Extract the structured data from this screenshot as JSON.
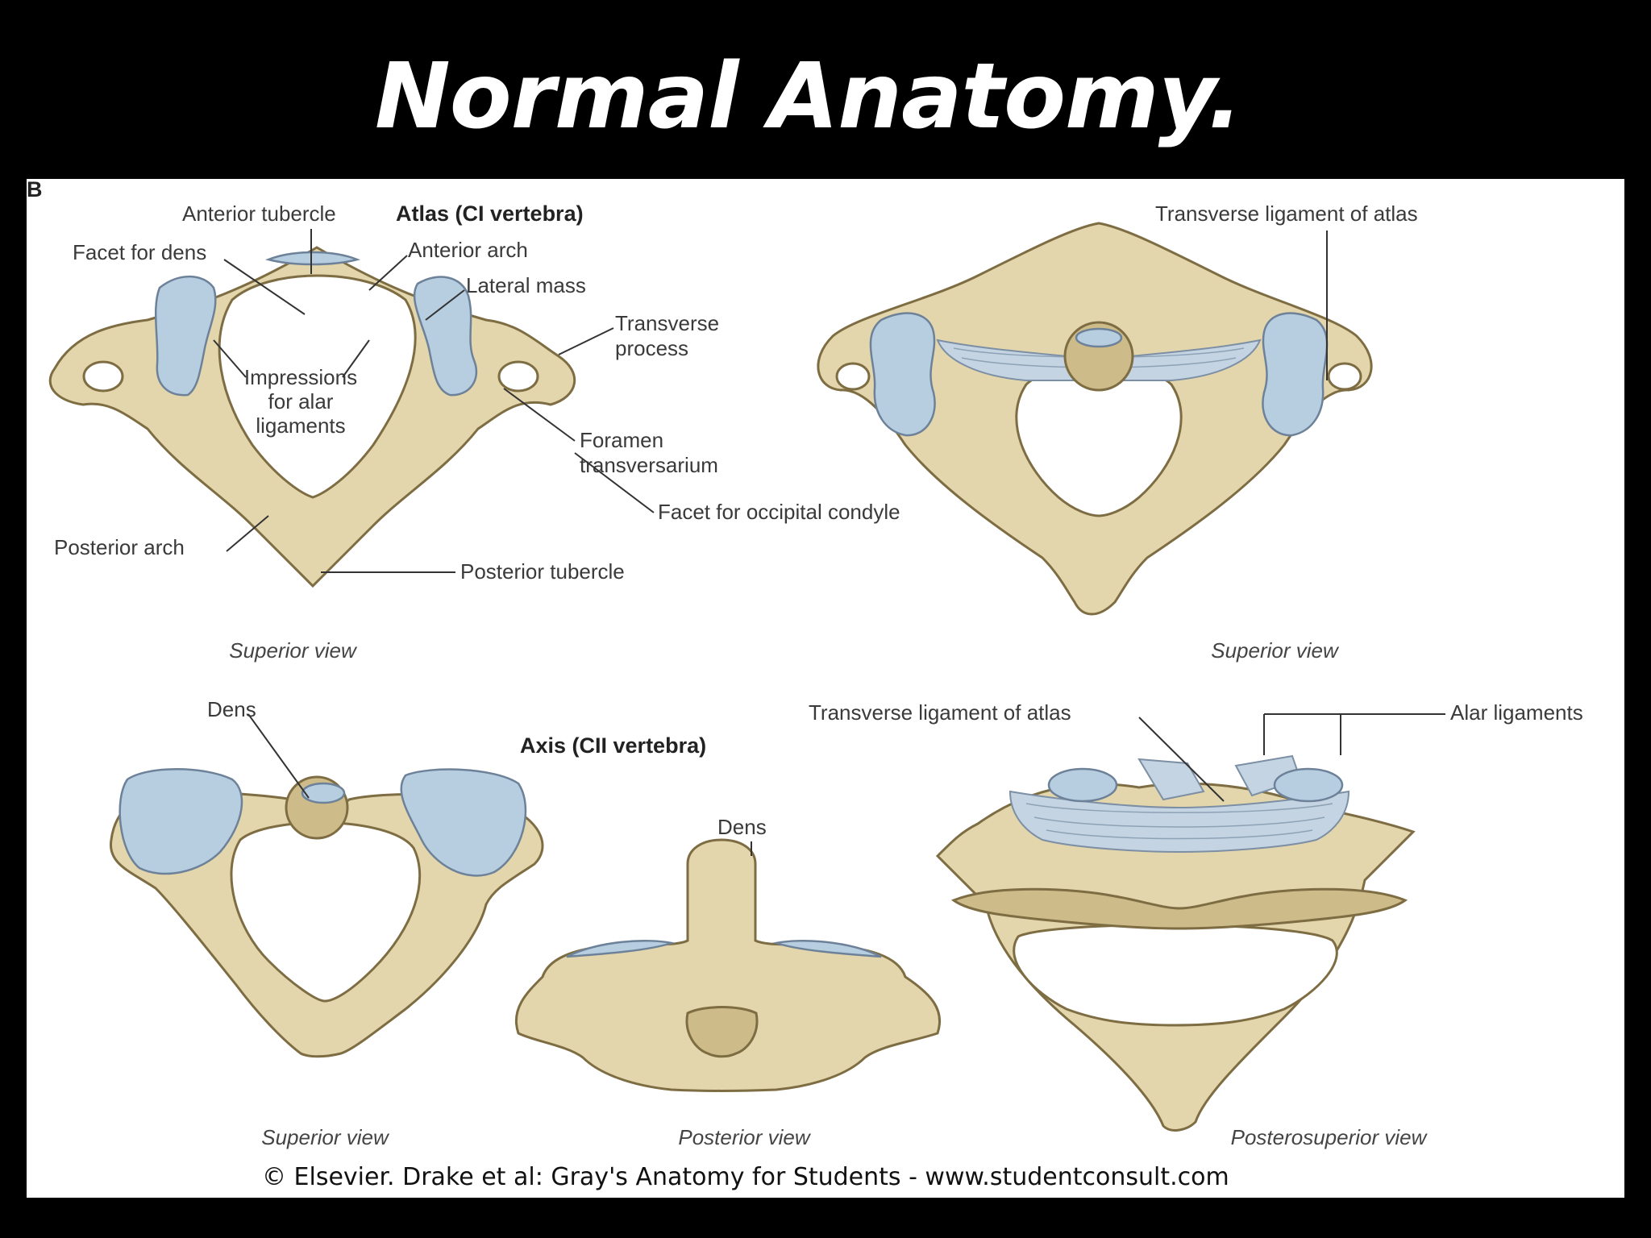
{
  "slide": {
    "title": "Normal Anatomy.",
    "panel_letter": "B",
    "copyright": "© Elsevier. Drake et al: Gray's Anatomy for Students - www.studentconsult.com"
  },
  "atlas": {
    "heading": "Atlas (CI vertebra)",
    "labels": {
      "anterior_tubercle": "Anterior tubercle",
      "facet_for_dens": "Facet for dens",
      "anterior_arch": "Anterior arch",
      "lateral_mass": "Lateral mass",
      "transverse_process_1": "Transverse",
      "transverse_process_2": "process",
      "impressions_1": "Impressions",
      "impressions_2": "for alar",
      "impressions_3": "ligaments",
      "foramen_1": "Foramen",
      "foramen_2": "transversarium",
      "facet_occipital": "Facet for occipital condyle",
      "posterior_arch": "Posterior arch",
      "posterior_tubercle": "Posterior tubercle",
      "transverse_ligament": "Transverse ligament of atlas"
    },
    "view_left": "Superior view",
    "view_right": "Superior view"
  },
  "axis": {
    "heading": "Axis (CII vertebra)",
    "labels": {
      "dens_left": "Dens",
      "dens_center": "Dens",
      "transverse_ligament": "Transverse ligament of atlas",
      "alar_ligaments": "Alar ligaments"
    },
    "view_left": "Superior view",
    "view_center": "Posterior view",
    "view_right": "Posterosuperior view"
  }
}
